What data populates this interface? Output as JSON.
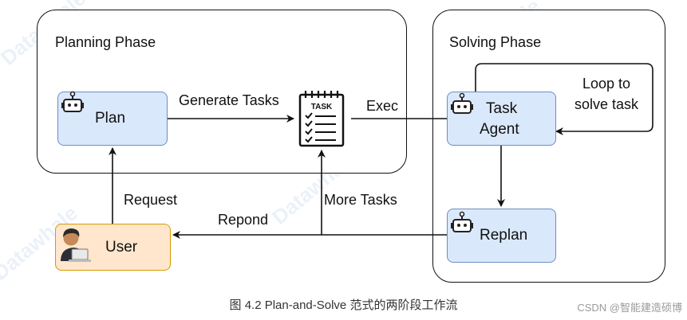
{
  "phases": {
    "planning": {
      "title": "Planning Phase"
    },
    "solving": {
      "title": "Solving Phase"
    }
  },
  "nodes": {
    "plan": {
      "label": "Plan",
      "icon": "robot-icon"
    },
    "task_agent": {
      "label_line1": "Task",
      "label_line2": "Agent",
      "icon": "robot-icon"
    },
    "replan": {
      "label": "Replan",
      "icon": "robot-icon"
    },
    "user": {
      "label": "User",
      "icon": "user-at-laptop-icon"
    },
    "task_list": {
      "text": "TASK",
      "icon": "task-checklist-icon"
    }
  },
  "edges": {
    "generate_tasks": "Generate Tasks",
    "exec": "Exec",
    "loop_line1": "Loop to",
    "loop_line2": "solve task",
    "request": "Request",
    "more_tasks": "More Tasks",
    "respond": "Repond"
  },
  "caption": "图 4.2 Plan-and-Solve 范式的两阶段工作流",
  "credit": "CSDN @智能建造硕博",
  "watermark": "Datawhale",
  "colors": {
    "agent_fill": "#dae8fc",
    "agent_border": "#6c8ebf",
    "user_fill": "#ffe6cc",
    "user_border": "#d79b00",
    "line": "#111111"
  }
}
